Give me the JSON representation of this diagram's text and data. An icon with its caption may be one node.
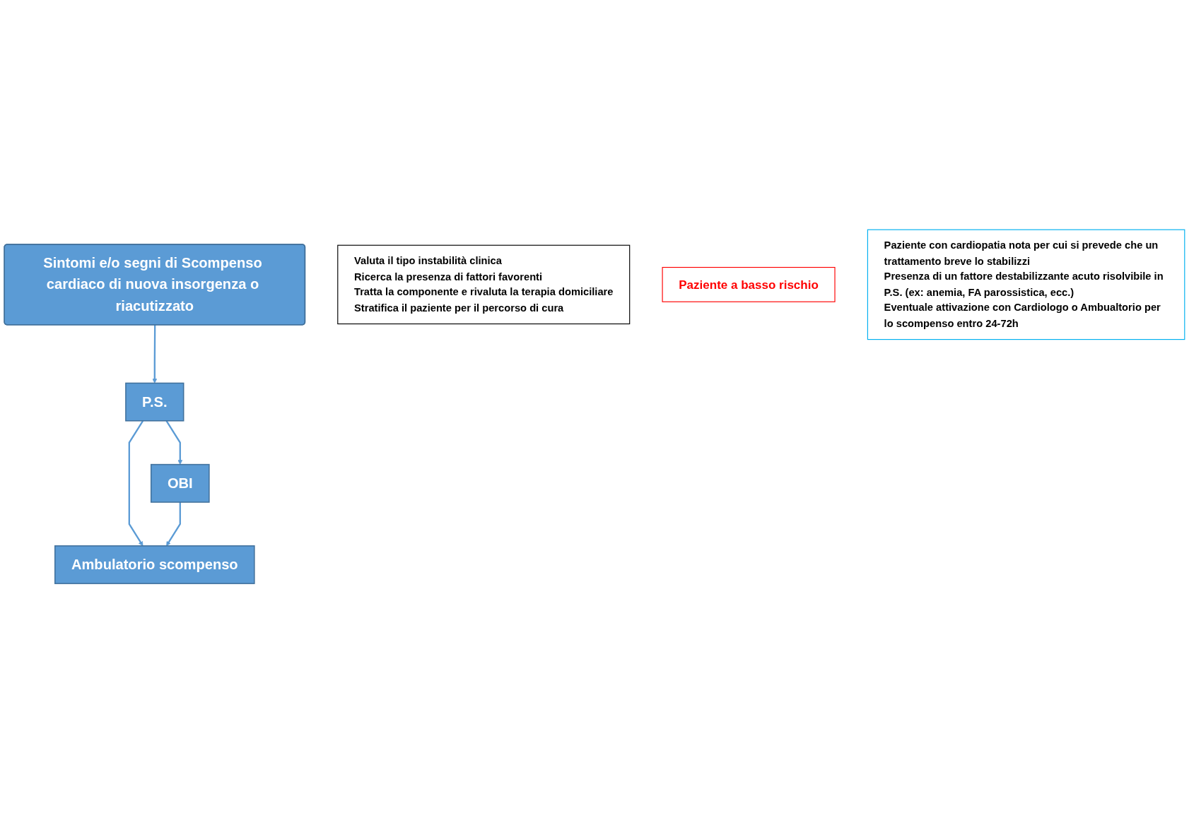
{
  "diagram": {
    "nodes": [
      {
        "text": [
          "Sintomi e/o segni di Scompenso cardiaco di nuova insorgenza o riacutizzato"
        ]
      },
      {
        "text": [
          "P.S."
        ]
      },
      {
        "text": [
          "OBI"
        ]
      },
      {
        "text": [
          "Ambulatorio scompenso"
        ]
      },
      {
        "text": [
          "Valuta il tipo instabilità clinica",
          "Ricerca la presenza di fattori favorenti",
          "Tratta la componente e rivaluta la terapia domiciliare",
          "Stratifica il paziente per il percorso di cura"
        ]
      },
      {
        "text": [
          "Paziente a basso rischio"
        ]
      },
      {
        "text": [
          "Paziente con cardiopatia nota per cui si prevede che un trattamento breve lo stabilizzi",
          "Presenza di un fattore destabilizzante acuto risolvibile in P.S. (ex: anemia, FA parossistica, ecc.)",
          "Eventuale attivazione con Cardiologo o Ambualtorio per lo scompenso entro 24-72h"
        ]
      }
    ],
    "edges": [
      {
        "from": 0,
        "to": 1,
        "arrow": "to"
      },
      {
        "from": 1,
        "to": 2,
        "arrow": "to"
      },
      {
        "from": 1,
        "to": 3,
        "arrow": "to"
      },
      {
        "from": 2,
        "to": 3,
        "arrow": "to"
      }
    ]
  }
}
